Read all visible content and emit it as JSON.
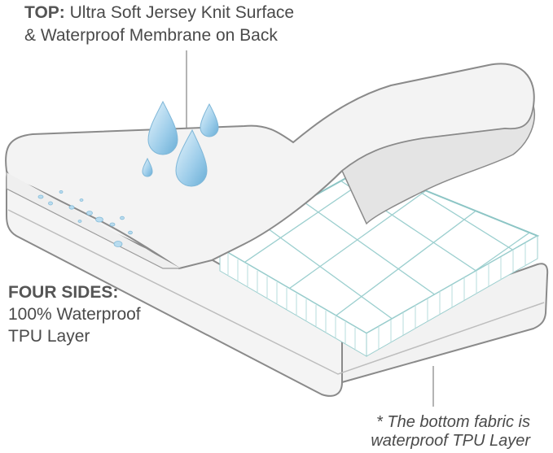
{
  "callouts": {
    "top": {
      "heading": "TOP:",
      "line1": "Ultra Soft Jersey Knit Surface",
      "line2": "& Waterproof Membrane on Back"
    },
    "sides": {
      "heading": "FOUR SIDES:",
      "line1": "100% Waterproof",
      "line2": "TPU Layer"
    },
    "bottom": {
      "line1": "* The bottom fabric is",
      "line2": "waterproof TPU Layer"
    }
  },
  "colors": {
    "text": "#4a4a4a",
    "outline": "#8a8a8a",
    "cover": "#f2f2f2",
    "quilt": "#7fbfbf",
    "droplet": "#a9d4ec"
  }
}
